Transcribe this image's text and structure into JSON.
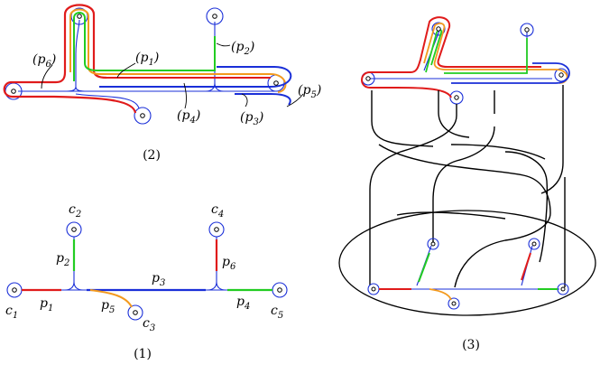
{
  "colors": {
    "blue": "#1a2fd8",
    "red": "#e01b1b",
    "green": "#22cc22",
    "orange": "#f39a1e",
    "black": "#000000"
  },
  "panel1": {
    "caption": "(1)",
    "nodes": [
      {
        "name": "c",
        "sub": "1"
      },
      {
        "name": "c",
        "sub": "2"
      },
      {
        "name": "c",
        "sub": "3"
      },
      {
        "name": "c",
        "sub": "4"
      },
      {
        "name": "c",
        "sub": "5"
      }
    ],
    "paths": [
      {
        "name": "p",
        "sub": "1"
      },
      {
        "name": "p",
        "sub": "2"
      },
      {
        "name": "p",
        "sub": "3"
      },
      {
        "name": "p",
        "sub": "4"
      },
      {
        "name": "p",
        "sub": "5"
      },
      {
        "name": "p",
        "sub": "6"
      }
    ]
  },
  "panel2": {
    "caption": "(2)",
    "path_labels": [
      {
        "open": "(p",
        "sub": "1",
        "close": ")"
      },
      {
        "open": "(p",
        "sub": "2",
        "close": ")"
      },
      {
        "open": "(p",
        "sub": "3",
        "close": ")"
      },
      {
        "open": "(p",
        "sub": "4",
        "close": ")"
      },
      {
        "open": "(p",
        "sub": "5",
        "close": ")"
      },
      {
        "open": "(p",
        "sub": "6",
        "close": ")"
      }
    ]
  },
  "panel3": {
    "caption": "(3)"
  }
}
